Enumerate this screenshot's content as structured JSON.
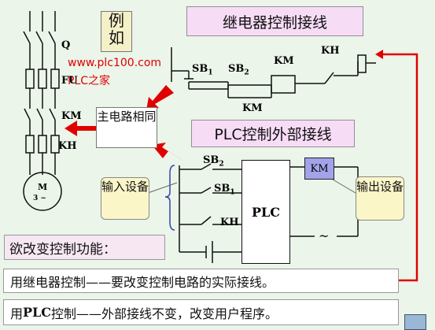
{
  "titles": {
    "relay_wiring": "继电器控制接线",
    "plc_wiring": "PLC控制外部接线",
    "example": "例如"
  },
  "main_circuit": {
    "labels": [
      "Q",
      "FU",
      "KM",
      "KH"
    ],
    "motor_line1": "M",
    "motor_line2": "3 ~"
  },
  "callouts": {
    "same_main_circuit": "主电路相同",
    "input_device": "输入设备",
    "output_device": "输出设备"
  },
  "relay_circuit": {
    "sb1": "SB",
    "sb1_sub": "1",
    "sb2": "SB",
    "sb2_sub": "2",
    "km_coil": "KM",
    "km_contact": "KM",
    "kh": "KH"
  },
  "plc_circuit": {
    "sb2": "SB",
    "sb2_sub": "2",
    "sb1": "SB",
    "sb1_sub": "1",
    "kh": "KH",
    "plc": "PLC",
    "km": "KM",
    "ac": "~"
  },
  "watermark": {
    "url": "www.plc100.com",
    "brand": "PLC之家"
  },
  "statements": {
    "goal": "欲改变控制功能：",
    "relay": "用继电器控制——要改变控制电路的实际接线。",
    "plc_prefix": "用",
    "plc_bold": "PLC",
    "plc_rest": "控制——外部接线不变，改变用户程序。"
  },
  "colors": {
    "background": "#ebf5ea",
    "accent_red": "#e00000",
    "title_fill": "#f7dcf6",
    "km_fill": "#a3a3ea"
  }
}
